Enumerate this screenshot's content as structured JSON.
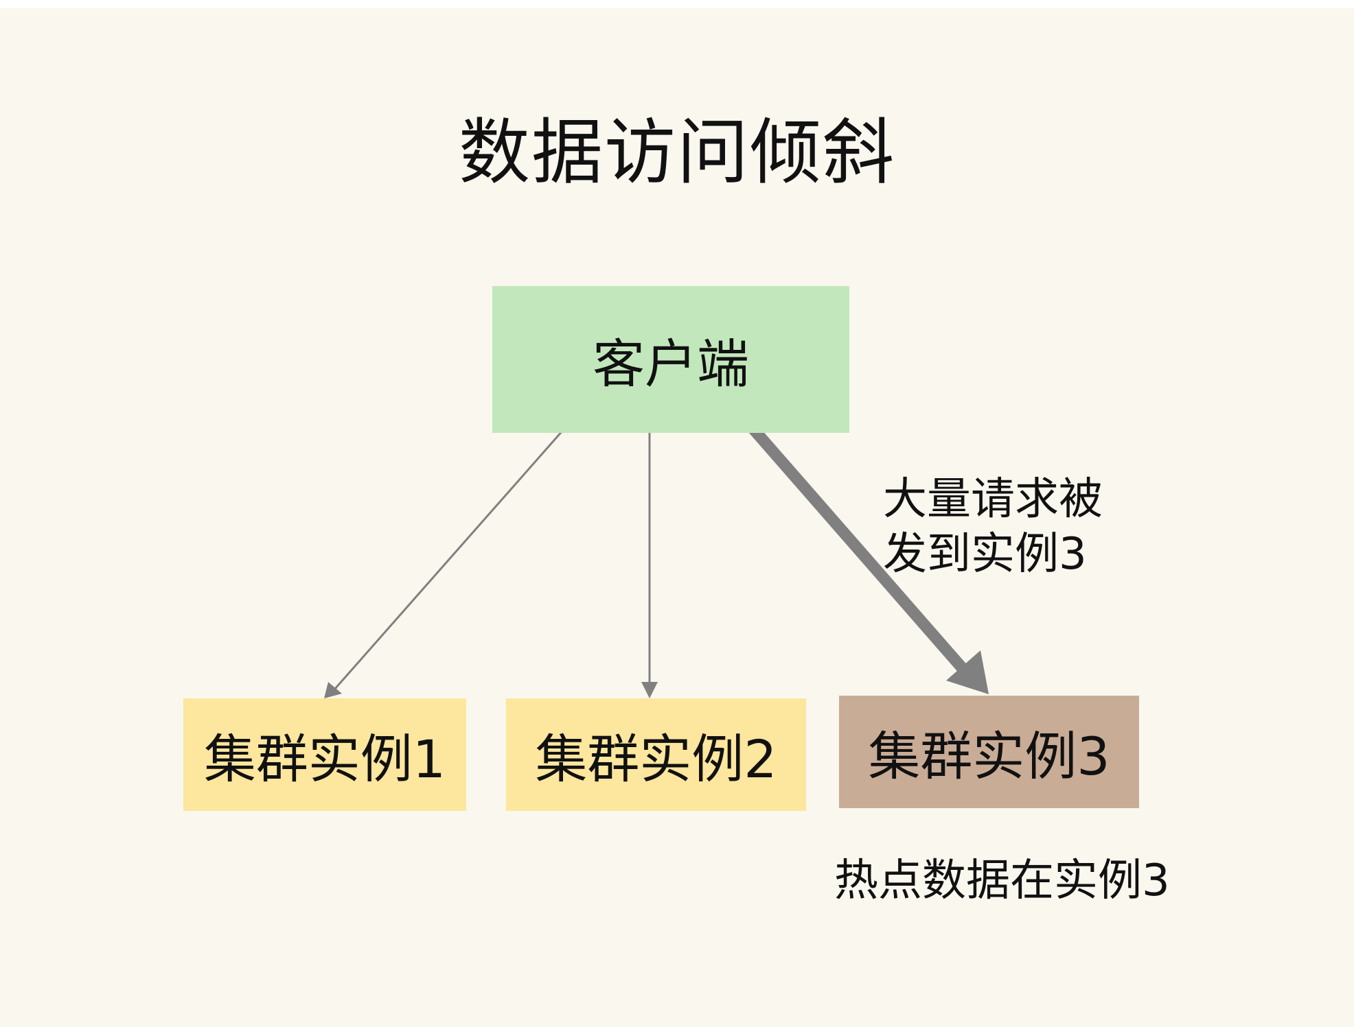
{
  "diagram": {
    "title": "数据访问倾斜",
    "client_label": "客户端",
    "instances": [
      {
        "label": "集群实例1"
      },
      {
        "label": "集群实例2"
      },
      {
        "label": "集群实例3"
      }
    ],
    "annotations": {
      "requests_line1": "大量请求被",
      "requests_line2": "发到实例3",
      "hot_data": "热点数据在实例3"
    },
    "colors": {
      "background": "#f9f7ee",
      "client_fill": "#c2e7bc",
      "instance_fill": "#fde69e",
      "hot_instance_fill": "#c9ac96",
      "arrow": "#808080"
    }
  }
}
